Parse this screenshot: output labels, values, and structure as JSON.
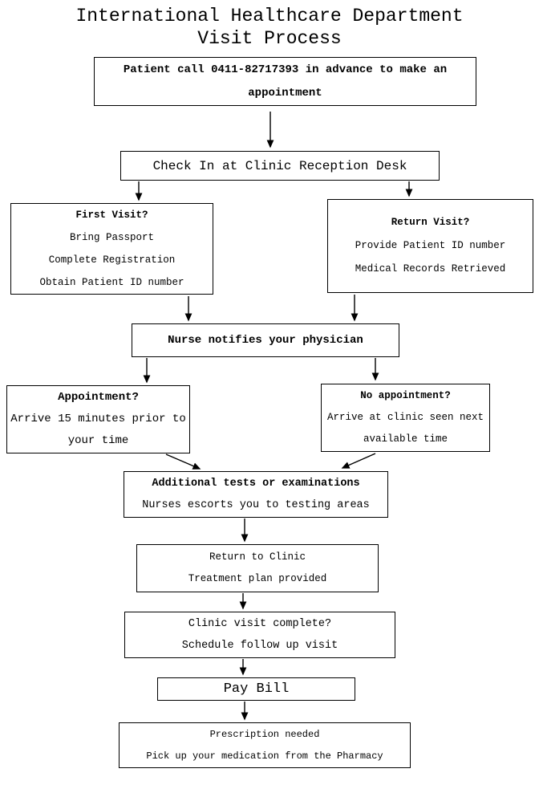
{
  "title": {
    "lines": [
      "International Healthcare Department",
      "Visit Process"
    ]
  },
  "colors": {
    "ink": "#000000",
    "background": "#ffffff",
    "box_border": "#000000"
  },
  "flowchart": {
    "type": "flowchart",
    "nodes": {
      "patient_call": {
        "lines": [
          "Patient call 0411-82717393 in advance to make an",
          "appointment"
        ]
      },
      "check_in": {
        "title": "Check In at Clinic Reception Desk"
      },
      "first_visit": {
        "title": "First Visit?",
        "lines": [
          "Bring Passport",
          "Complete Registration",
          "Obtain Patient ID number"
        ]
      },
      "return_visit": {
        "title": "Return Visit?",
        "lines": [
          "Provide Patient ID number",
          "Medical Records Retrieved"
        ]
      },
      "nurse_notifies": {
        "title": "Nurse notifies your physician"
      },
      "appointment": {
        "title": "Appointment?",
        "lines": [
          "Arrive 15 minutes prior to",
          "your time"
        ]
      },
      "no_appointment": {
        "title": "No appointment?",
        "lines": [
          "Arrive at clinic seen next",
          "available time"
        ]
      },
      "additional_tests": {
        "title": "Additional tests or examinations",
        "lines": [
          "Nurses escorts you to testing areas"
        ]
      },
      "return_to_clinic": {
        "title": "Return to Clinic",
        "lines": [
          "Treatment plan provided"
        ]
      },
      "visit_complete": {
        "title": "Clinic visit complete?",
        "lines": [
          "Schedule follow up visit"
        ]
      },
      "pay_bill": {
        "title": "Pay Bill"
      },
      "prescription": {
        "title": "Prescription needed",
        "lines": [
          "Pick up your medication from the Pharmacy"
        ]
      }
    }
  }
}
